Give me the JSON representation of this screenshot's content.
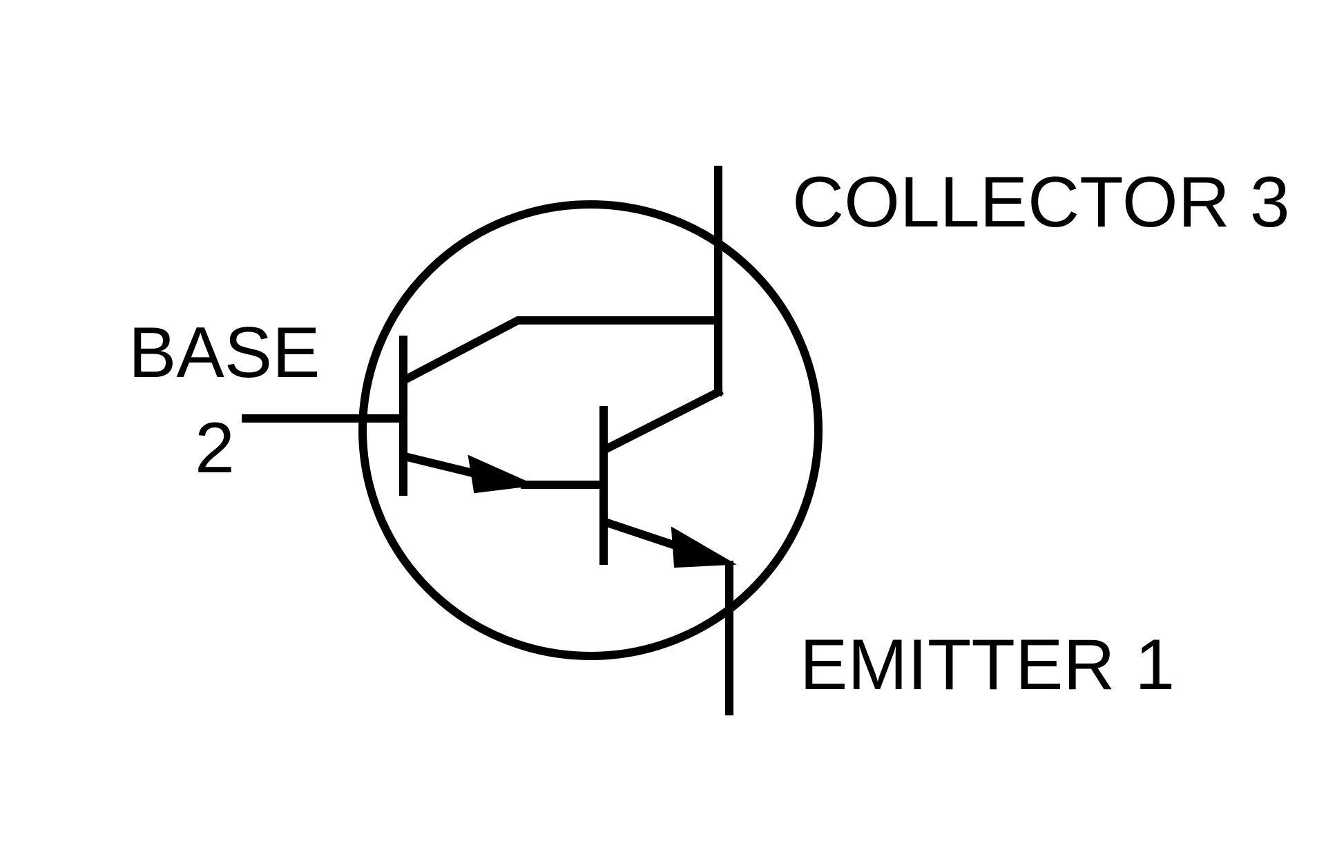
{
  "labels": {
    "collector": "COLLECTOR 3",
    "base": "BASE",
    "base_pin": "2",
    "emitter": "EMITTER 1"
  },
  "colors": {
    "stroke": "#000000",
    "background": "#ffffff"
  }
}
